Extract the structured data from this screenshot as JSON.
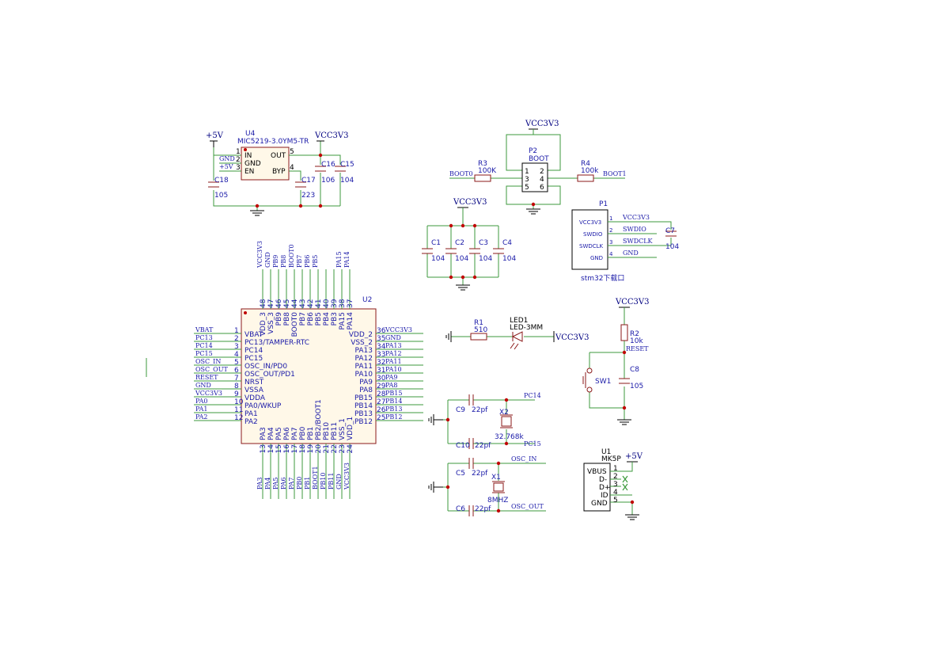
{
  "u4": {
    "ref": "U4",
    "value": "MIC5219-3.0YM5-TR",
    "pins": {
      "in": "IN",
      "gnd": "GND",
      "en": "EN",
      "out": "OUT",
      "byp": "BYP"
    },
    "pinnums": {
      "p1": "1",
      "p2": "2",
      "p3": "3",
      "p4": "4",
      "p5": "5"
    },
    "net_gnd": "GND",
    "net_5v": "+5V"
  },
  "power": {
    "v5": "+5V",
    "vcc": "VCC3V3"
  },
  "caps": {
    "c18": {
      "ref": "C18",
      "val": "105"
    },
    "c16": {
      "ref": "C16",
      "val": "106"
    },
    "c15": {
      "ref": "C15",
      "val": "104"
    },
    "c17": {
      "ref": "C17",
      "val": "223"
    },
    "c1": {
      "ref": "C1",
      "val": "104"
    },
    "c2": {
      "ref": "C2",
      "val": "104"
    },
    "c3": {
      "ref": "C3",
      "val": "104"
    },
    "c4": {
      "ref": "C4",
      "val": "104"
    },
    "c7": {
      "ref": "C7",
      "val": "104"
    },
    "c8": {
      "ref": "C8",
      "val": "105"
    },
    "c9": {
      "ref": "C9",
      "val": "22pf"
    },
    "c10": {
      "ref": "C10",
      "val": "22pf"
    },
    "c5": {
      "ref": "C5",
      "val": "22pf"
    },
    "c6": {
      "ref": "C6",
      "val": "22pf"
    }
  },
  "boot": {
    "p2_ref": "P2",
    "p2_val": "BOOT",
    "r3_ref": "R3",
    "r3_val": "100K",
    "r4_ref": "R4",
    "r4_val": "100k",
    "net0": "BOOT0",
    "net1": "BOOT1",
    "pins": [
      "1",
      "2",
      "3",
      "4",
      "5",
      "6"
    ]
  },
  "swd": {
    "ref": "P1",
    "title": "stm32下载口",
    "pins": [
      "VCC3V3",
      "SWDIO",
      "SWDCLK",
      "GND"
    ],
    "nums": [
      "1",
      "2",
      "3",
      "4"
    ],
    "nets": [
      "VCC3V3",
      "SWDIO",
      "SWDCLK",
      "GND"
    ]
  },
  "mcu": {
    "ref": "U2",
    "left_pins": [
      "VBAT",
      "PC13/TAMPER-RTC",
      "PC14",
      "PC15",
      "OSC_IN/PD0",
      "OSC_OUT/PD1",
      "NRST",
      "VSSA",
      "VDDA",
      "PA0/WKUP",
      "PA1",
      "PA2"
    ],
    "left_nums": [
      "1",
      "2",
      "3",
      "4",
      "5",
      "6",
      "7",
      "8",
      "9",
      "10",
      "11",
      "12"
    ],
    "left_nets": [
      "VBAT",
      "PC13",
      "PC14",
      "PC15",
      "OSC_IN",
      "OSC_OUT",
      "RESET",
      "GND",
      "VCC3V3",
      "PA0",
      "PA1",
      "PA2"
    ],
    "right_pins": [
      "VDD_2",
      "VSS_2",
      "PA13",
      "PA12",
      "PA11",
      "PA10",
      "PA9",
      "PA8",
      "PB15",
      "PB14",
      "PB13",
      "PB12"
    ],
    "right_nums": [
      "36",
      "35",
      "34",
      "33",
      "32",
      "31",
      "30",
      "29",
      "28",
      "27",
      "26",
      "25"
    ],
    "right_nets": [
      "VCC3V3",
      "GND",
      "PA13",
      "PA12",
      "PA11",
      "PA10",
      "PA9",
      "PA8",
      "PB15",
      "PB14",
      "PB13",
      "PB12"
    ],
    "top_pins": [
      "VDD_3",
      "VSS_3",
      "PB9",
      "PB8",
      "BOOT0",
      "PB7",
      "PB6",
      "PB5",
      "PB4",
      "PB3",
      "PA15",
      "PA14"
    ],
    "top_nums": [
      "48",
      "47",
      "46",
      "45",
      "44",
      "43",
      "42",
      "41",
      "40",
      "39",
      "38",
      "37"
    ],
    "top_nets": [
      "VCC3V3",
      "GND",
      "PB9",
      "PB8",
      "BOOT0",
      "PB7",
      "PB6",
      "PB5",
      "",
      "",
      "PA15",
      "PA14"
    ],
    "bottom_pins": [
      "PA3",
      "PA4",
      "PA5",
      "PA6",
      "PA7",
      "PB0",
      "PB1",
      "PB2/BOOT1",
      "PB10",
      "PB11",
      "VSS_1",
      "VDD_1"
    ],
    "bottom_nums": [
      "13",
      "14",
      "15",
      "16",
      "17",
      "18",
      "19",
      "20",
      "21",
      "22",
      "23",
      "24"
    ],
    "bottom_nets": [
      "PA3",
      "PA4",
      "PA5",
      "PA6",
      "PA7",
      "PB0",
      "PB1",
      "BOOT1",
      "PB10",
      "PB11",
      "GND",
      "VCC3V3"
    ]
  },
  "led": {
    "r_ref": "R1",
    "r_val": "510",
    "ref": "LED1",
    "val": "LED-3MM",
    "net": "VCC3V3"
  },
  "reset": {
    "r_ref": "R2",
    "r_val": "10k",
    "net": "RESET",
    "sw": "SW1"
  },
  "xtal": {
    "x2_ref": "X2",
    "x2_val": "32.768k",
    "x1_ref": "X1",
    "x1_val": "8MHZ",
    "n14": "PC14",
    "n15": "PC15",
    "nin": "OSC_IN",
    "nout": "OSC_OUT"
  },
  "usb": {
    "ref": "U1",
    "val": "MK5P",
    "pins": [
      "VBUS",
      "D-",
      "D+",
      "ID",
      "GND"
    ],
    "nums": [
      "1",
      "2",
      "3",
      "4",
      "5"
    ]
  }
}
